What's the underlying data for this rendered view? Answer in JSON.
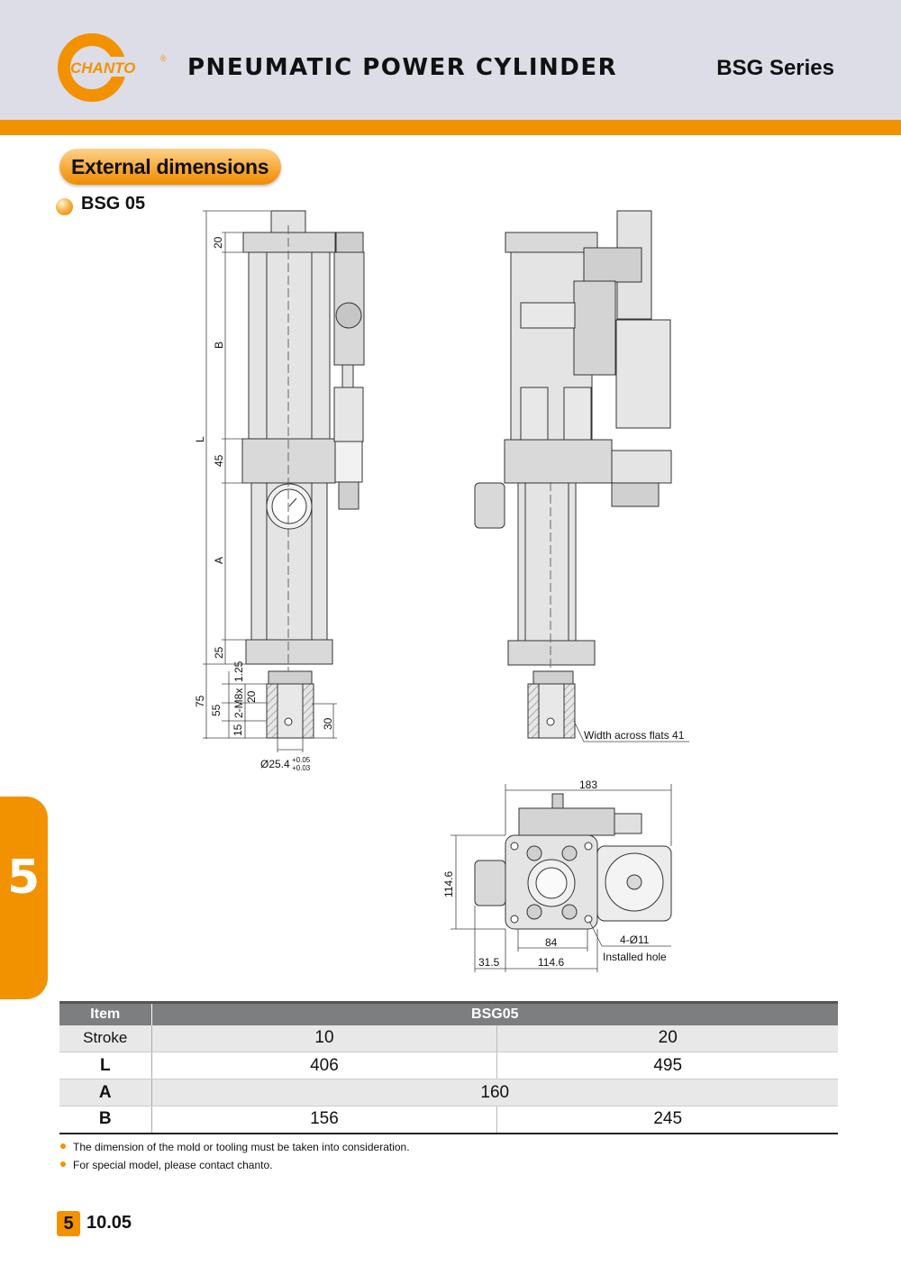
{
  "header": {
    "logo_text": "CHANTO",
    "logo_mark": "®",
    "title": "PNEUMATIC POWER CYLINDER",
    "series": "BSG Series"
  },
  "section": {
    "title": "External dimensions"
  },
  "model": {
    "label": "BSG 05"
  },
  "drawing": {
    "dims_front": [
      "20",
      "B",
      "L",
      "45",
      "A",
      "25",
      "1.25",
      "2-M8x",
      "20",
      "75",
      "55",
      "15",
      "30"
    ],
    "shaft_diameter": "Ø25.4",
    "shaft_tol_upper": "+0.05",
    "shaft_tol_lower": "+0.03",
    "flats_label": "Width across flats 41",
    "top_width": "183",
    "top_height": "114.6",
    "hole_spacing": "84",
    "base_width": "114.6",
    "offset": "31.5",
    "hole_spec": "4-Ø11",
    "hole_label": "Installed hole"
  },
  "side_tab": "5",
  "table": {
    "header_item": "Item",
    "header_model": "BSG05",
    "rows": [
      {
        "label": "Stroke",
        "v1": "10",
        "v2": "20"
      },
      {
        "label": "L",
        "v1": "406",
        "v2": "495"
      },
      {
        "label": "A",
        "span": "160"
      },
      {
        "label": "B",
        "v1": "156",
        "v2": "245"
      }
    ]
  },
  "notes": [
    "The dimension of the mold or tooling must be taken into consideration.",
    "For special model, please contact chanto."
  ],
  "footer": {
    "page_num": "5",
    "page_code": "10.05"
  },
  "colors": {
    "accent": "#f39200",
    "header_bg": "#dcdde6",
    "table_head": "#7d7e80"
  }
}
